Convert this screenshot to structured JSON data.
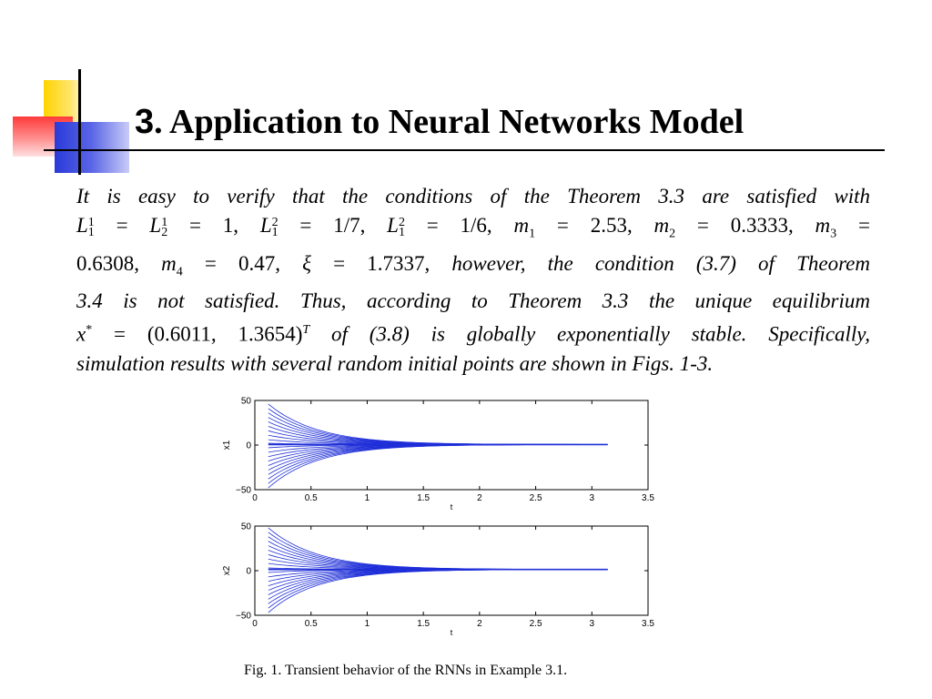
{
  "slide": {
    "title_number": "3",
    "title_text": ". Application to Neural Networks Model"
  },
  "paragraph": {
    "l1": "It is easy to verify that the conditions of the Theorem 3.3 are satisfied with",
    "l2a": "L",
    "l2b": "1",
    "l2c": "1",
    "l2d": " = ",
    "l2e": "L",
    "l2f": "1",
    "l2g": "2",
    "l2h": " = 1, ",
    "l2i": "L",
    "l2j": "2",
    "l2k": "1",
    "l2l": " = 1/7,  ",
    "l2m": "L",
    "l2n": "2",
    "l2o": "1",
    "l2p": " = 1/6,  ",
    "l2q": "m",
    "l2r": "1",
    "l2s": " = 2.53,  ",
    "l2t": "m",
    "l2u": "2",
    "l2v": " = 0.3333,  ",
    "l2w": "m",
    "l2x": "3",
    "l2y": " =",
    "l3a": "0.6308, ",
    "l3b": "m",
    "l3c": "4",
    "l3d": " = 0.47,  ",
    "l3e": "ξ",
    "l3f": " = 1.7337, ",
    "l3g": "however, the condition (3.7) of Theorem",
    "l4": "3.4 is not satisfied. Thus, according to Theorem 3.3 the unique equilibrium",
    "l5a": "x",
    "l5b": "*",
    "l5c": " = (0.6011, 1.3654)",
    "l5d": "T",
    "l5e": " of (3.8) is globally exponentially stable. Specifically,",
    "l6": "simulation results with several random initial points are shown in Figs. 1-3."
  },
  "figure": {
    "caption": "Fig. 1. Transient behavior of the RNNs in Example 3.1.",
    "line_color": "#1f2fd8"
  },
  "chart_data": [
    {
      "type": "line",
      "ylabel": "x1",
      "xlabel": "t",
      "xlim": [
        0,
        3.5
      ],
      "ylim": [
        -50,
        50
      ],
      "x_ticks": [
        "0",
        "0.5",
        "1",
        "1.5",
        "2",
        "2.5",
        "3",
        "3.5"
      ],
      "y_ticks": [
        "50",
        "0",
        "−50"
      ],
      "t_end": 3.14,
      "equilibrium": 0.6011,
      "initial_values": [
        46,
        41,
        36,
        31,
        26,
        21,
        16,
        11,
        6,
        2,
        -3,
        -8,
        -13,
        -18,
        -23,
        -28,
        -33,
        -38,
        -43,
        -48
      ]
    },
    {
      "type": "line",
      "ylabel": "x2",
      "xlabel": "t",
      "xlim": [
        0,
        3.5
      ],
      "ylim": [
        -50,
        50
      ],
      "x_ticks": [
        "0",
        "0.5",
        "1",
        "1.5",
        "2",
        "2.5",
        "3",
        "3.5"
      ],
      "y_ticks": [
        "50",
        "0",
        "−50"
      ],
      "t_end": 3.14,
      "equilibrium": 1.3654,
      "initial_values": [
        48,
        43,
        38,
        33,
        28,
        23,
        18,
        13,
        8,
        3,
        -2,
        -7,
        -12,
        -17,
        -22,
        -27,
        -32,
        -37,
        -42,
        -47
      ]
    }
  ]
}
